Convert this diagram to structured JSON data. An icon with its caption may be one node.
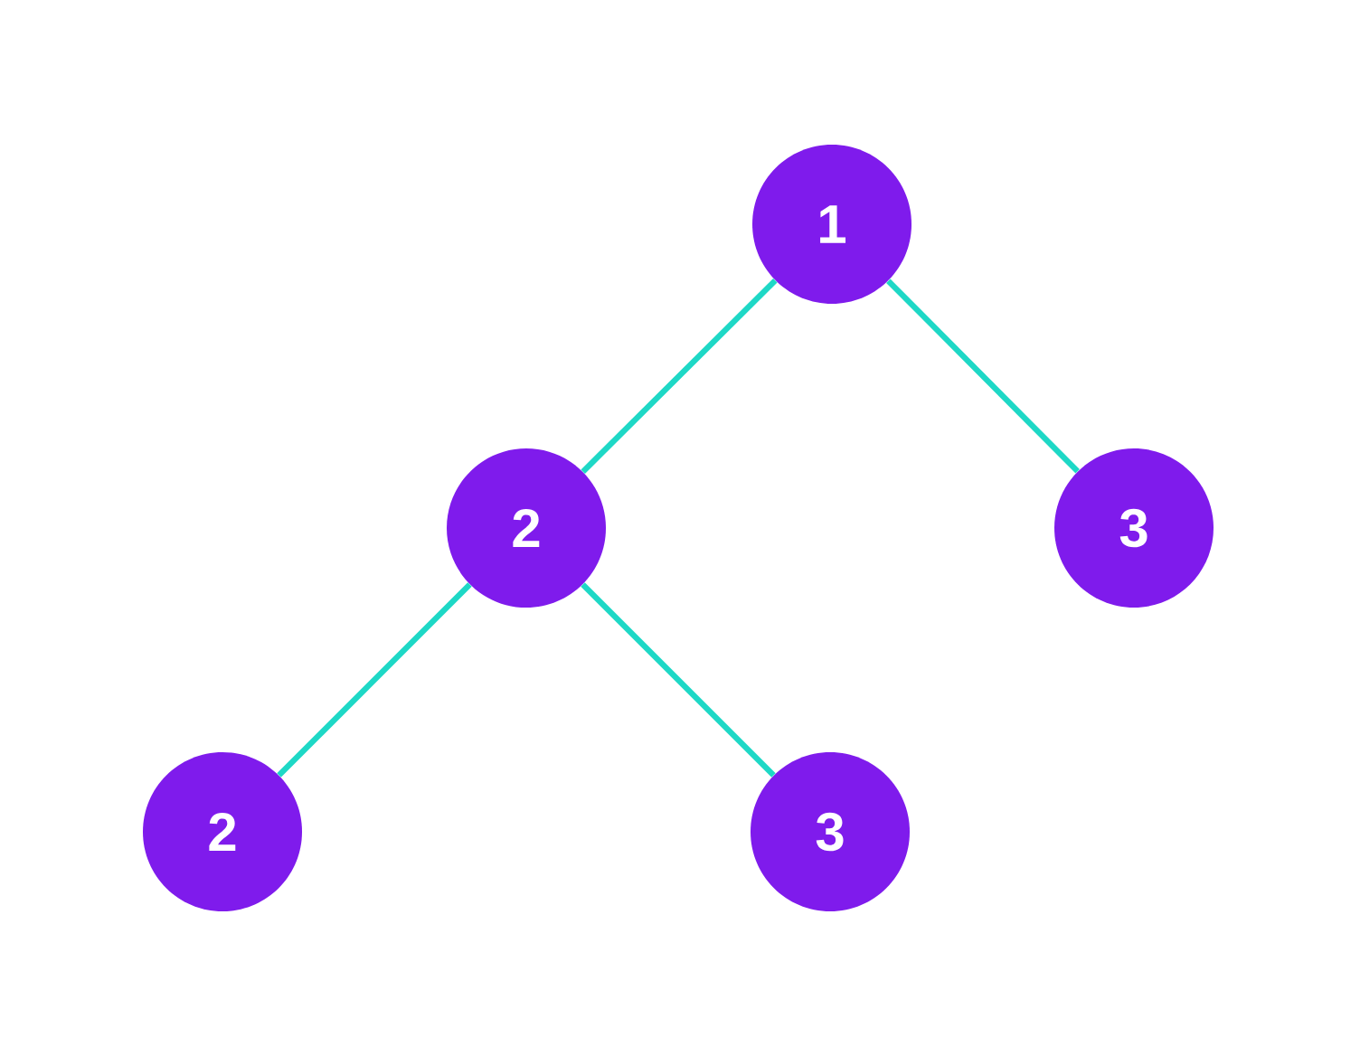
{
  "diagram": {
    "nodes": [
      {
        "text": [
          "1"
        ]
      },
      {
        "text": [
          "2"
        ]
      },
      {
        "text": [
          "3"
        ]
      },
      {
        "text": [
          "2"
        ]
      },
      {
        "text": [
          "3"
        ]
      }
    ],
    "edges": [
      {
        "from": 0,
        "to": 1,
        "arrow": "none"
      },
      {
        "from": 0,
        "to": 2,
        "arrow": "none"
      },
      {
        "from": 1,
        "to": 3,
        "arrow": "none"
      },
      {
        "from": 1,
        "to": 4,
        "arrow": "none"
      }
    ]
  }
}
